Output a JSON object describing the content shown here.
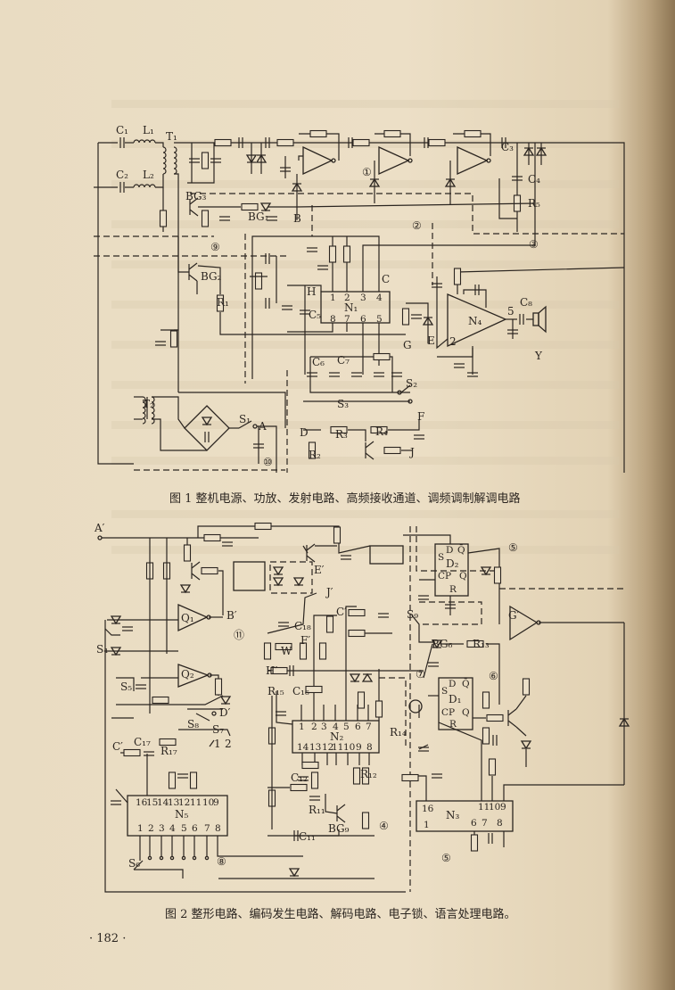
{
  "page": {
    "page_number": "· 182 ·",
    "colors": {
      "paper": "#e9dcc2",
      "ink": "#2b2520",
      "page_edge": "#8d7553"
    }
  },
  "figure1": {
    "caption": "图 1  整机电源、功放、发射电路、高频接收通道、调频调制解调电路",
    "labels": [
      "C₁",
      "L₁",
      "T₁",
      "C₂",
      "L₂",
      "BG₃",
      "BG₁",
      "B",
      "①",
      "②",
      "③",
      "C₃",
      "C₄",
      "R₅",
      "⑨",
      "BG₂",
      "C",
      "H",
      "N₁",
      "R₁",
      "C₅",
      "N₄",
      "5",
      "C₈",
      "2",
      "G",
      "E",
      "Y",
      "C₆",
      "C₇",
      "S₂",
      "S₃",
      "S₁",
      "A",
      "F",
      "D",
      "R₃",
      "R₄",
      "R₂",
      "J",
      "T₂",
      "⑩"
    ],
    "ic_pins": [
      "1",
      "2",
      "3",
      "4",
      "8",
      "7",
      "6",
      "5"
    ]
  },
  "figure2": {
    "caption": "图 2  整形电路、编码发生电路、解码电路、电子锁、语言处理电路。",
    "labels": [
      "A′",
      "Q₁",
      "B′",
      "⑪",
      "S₄",
      "Q₂",
      "S₅",
      "S₈",
      "D′",
      "S₇",
      "1",
      "2",
      "C′",
      "C₁₇",
      "R₁₇",
      "N₅",
      "S₆",
      "⑧",
      "E′",
      "J′",
      "C′",
      "C₁₈",
      "W",
      "F′",
      "H′",
      "R₁₅",
      "C₁₆",
      "N₂",
      "R₁₄",
      "C₁₂",
      "R₁₁",
      "BG₉",
      "C₁₁",
      "R₁₂",
      "④",
      "S₉",
      "D₂",
      "⑤",
      "G′",
      "BG₆",
      "R₁₃",
      "⑦",
      "⑥",
      "D₁",
      "N₃",
      "⑤"
    ],
    "n5_pins": [
      "16",
      "15",
      "14",
      "13",
      "12",
      "11",
      "10",
      "9",
      "1",
      "2",
      "3",
      "4",
      "5",
      "6",
      "7",
      "8"
    ],
    "n2_pins": [
      "1",
      "2",
      "3",
      "4",
      "5",
      "6",
      "7",
      "14",
      "13",
      "12",
      "11",
      "10",
      "9",
      "8"
    ],
    "n3_pins": [
      "16",
      "11",
      "10",
      "9",
      "1",
      "6",
      "7",
      "8"
    ],
    "flipflop_pins": [
      "S",
      "D",
      "Q̄",
      "CP",
      "R",
      "Q",
      "S",
      "D",
      "Q̄",
      "CP",
      "R",
      "Q"
    ]
  }
}
